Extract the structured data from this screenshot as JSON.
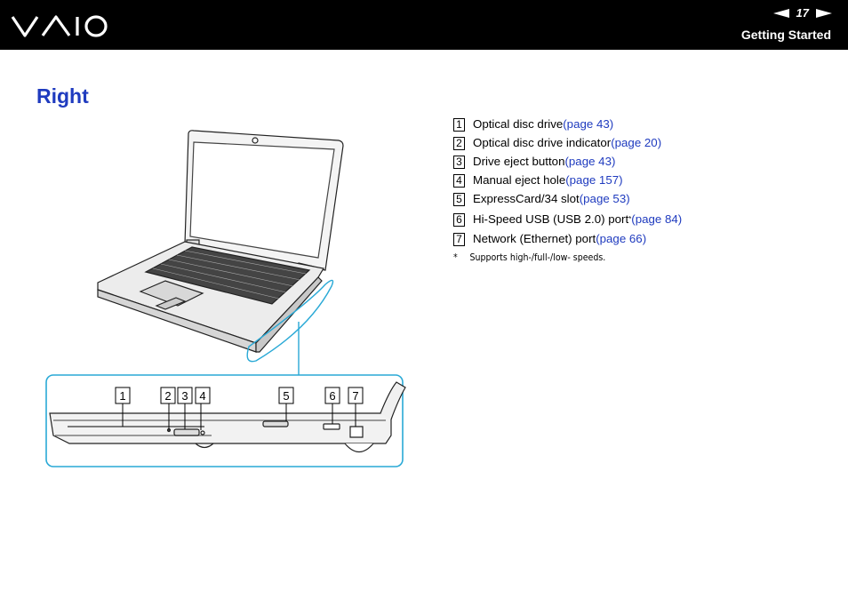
{
  "header": {
    "brand": "VAIO",
    "page_number": "17",
    "section": "Getting Started"
  },
  "title": "Right",
  "figure": {
    "callouts": [
      "1",
      "2",
      "3",
      "4",
      "5",
      "6",
      "7"
    ]
  },
  "items": [
    {
      "num": "1",
      "label": "Optical disc drive ",
      "link": "(page 43)"
    },
    {
      "num": "2",
      "label": "Optical disc drive indicator ",
      "link": "(page 20)"
    },
    {
      "num": "3",
      "label": "Drive eject button ",
      "link": "(page 43)"
    },
    {
      "num": "4",
      "label": "Manual eject hole ",
      "link": "(page 157)"
    },
    {
      "num": "5",
      "label": "ExpressCard/34 slot ",
      "link": "(page 53)"
    },
    {
      "num": "6",
      "label": "Hi-Speed USB (USB 2.0) port",
      "sup": "*",
      "link": " (page 84)"
    },
    {
      "num": "7",
      "label": "Network (Ethernet) port ",
      "link": "(page 66)"
    }
  ],
  "footnote": {
    "mark": "*",
    "text": "Supports high-/full-/low- speeds."
  },
  "colors": {
    "header_bg": "#000000",
    "link": "#1f3bbf",
    "highlight": "#29a9d6"
  }
}
